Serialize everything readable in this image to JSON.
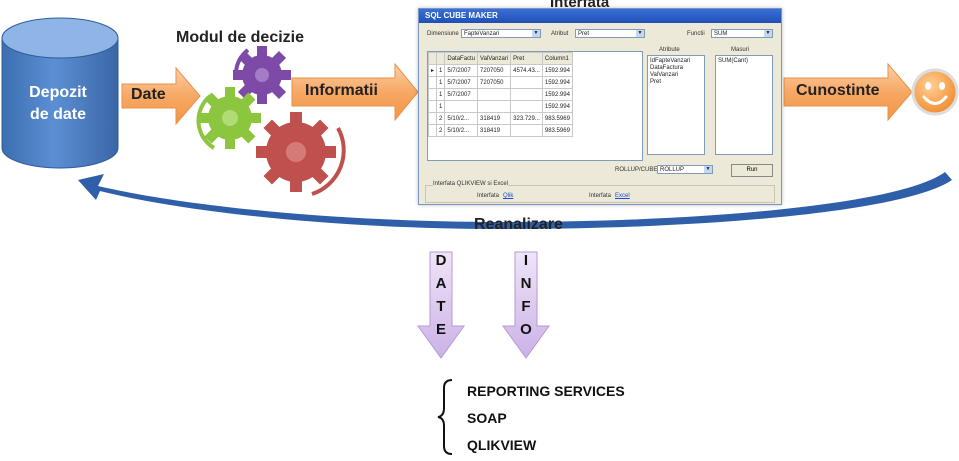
{
  "diagram": {
    "repository": {
      "line1": "Depozit",
      "line2": "de date"
    },
    "arrow_date": "Date",
    "decision_module": "Modul de decizie",
    "arrow_info": "Informatii",
    "interface_title": "Interfata",
    "arrow_knowledge": "Cunostinte",
    "reanalysis": "Reanalizare",
    "down_arrow_left": [
      "D",
      "A",
      "T",
      "E"
    ],
    "down_arrow_right": [
      "I",
      "N",
      "F",
      "O"
    ],
    "services": [
      "REPORTING SERVICES",
      "SOAP",
      "QLIKVIEW"
    ]
  },
  "window": {
    "title": "SQL CUBE MAKER",
    "dimension_label": "Dimensiune",
    "dimension_value": "FapteVanzari",
    "attribute_label": "Atribut",
    "attribute_value": "Pret",
    "function_label": "Functii",
    "function_value": "SUM",
    "grid_headers": [
      "",
      "",
      "DataFactu",
      "ValVanzari",
      "Pret",
      "Column1"
    ],
    "grid_rows": [
      [
        "▸",
        "1",
        "5/7/2007",
        "7207050",
        "4574.43...",
        "1592.994"
      ],
      [
        "",
        "1",
        "5/7/2007",
        "7207050",
        "",
        "1592.994"
      ],
      [
        "",
        "1",
        "5/7/2007",
        "",
        "",
        "1592.994"
      ],
      [
        "",
        "1",
        "",
        "",
        "",
        "1592.994"
      ],
      [
        "",
        "2",
        "5/10/2...",
        "318419",
        "323.729...",
        "983.5969"
      ],
      [
        "",
        "2",
        "5/10/2...",
        "318419",
        "",
        "983.5969"
      ]
    ],
    "attributes_label": "Atribute",
    "attributes_list": [
      "IdFapteVanzari",
      "DataFactura",
      "ValVanzari",
      "Pret"
    ],
    "measure_label": "Masuri",
    "measure_list": [
      "SUM(Cant)"
    ],
    "rollup_label": "ROLLUP/CUBE",
    "rollup_value": "ROLLUP",
    "run_label": "Run",
    "group_label": "Interfata QLIKVIEW si Excel",
    "qlik_label": "Interfata",
    "qlik_link": "Qlik",
    "excel_label": "Interfata",
    "excel_link": "Excel"
  },
  "colors": {
    "cylinder": "#4f81bd",
    "orange_arrow": "#f9b47a",
    "curved_arrow": "#2e5fa8",
    "lavender_arrow": "#dcc8ef",
    "gear_purple": "#7e4aa7",
    "gear_green": "#8cc63f",
    "gear_red": "#c0504d"
  }
}
